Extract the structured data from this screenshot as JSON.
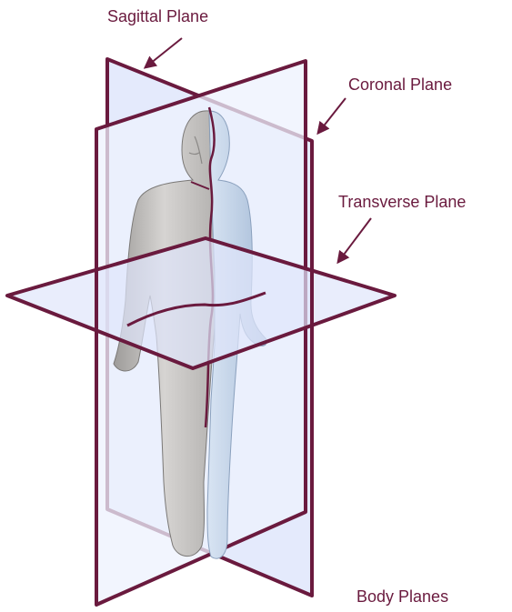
{
  "labels": {
    "sagittal": "Sagittal Plane",
    "coronal": "Coronal Plane",
    "transverse": "Transverse Plane",
    "caption": "Body Planes"
  },
  "colors": {
    "outline": "#6a1a3e",
    "label_text": "#6a1a3e",
    "plane_fill": "#dfe6fb",
    "body_left": "#c9c7c5",
    "body_right": "#c2d2e6"
  }
}
